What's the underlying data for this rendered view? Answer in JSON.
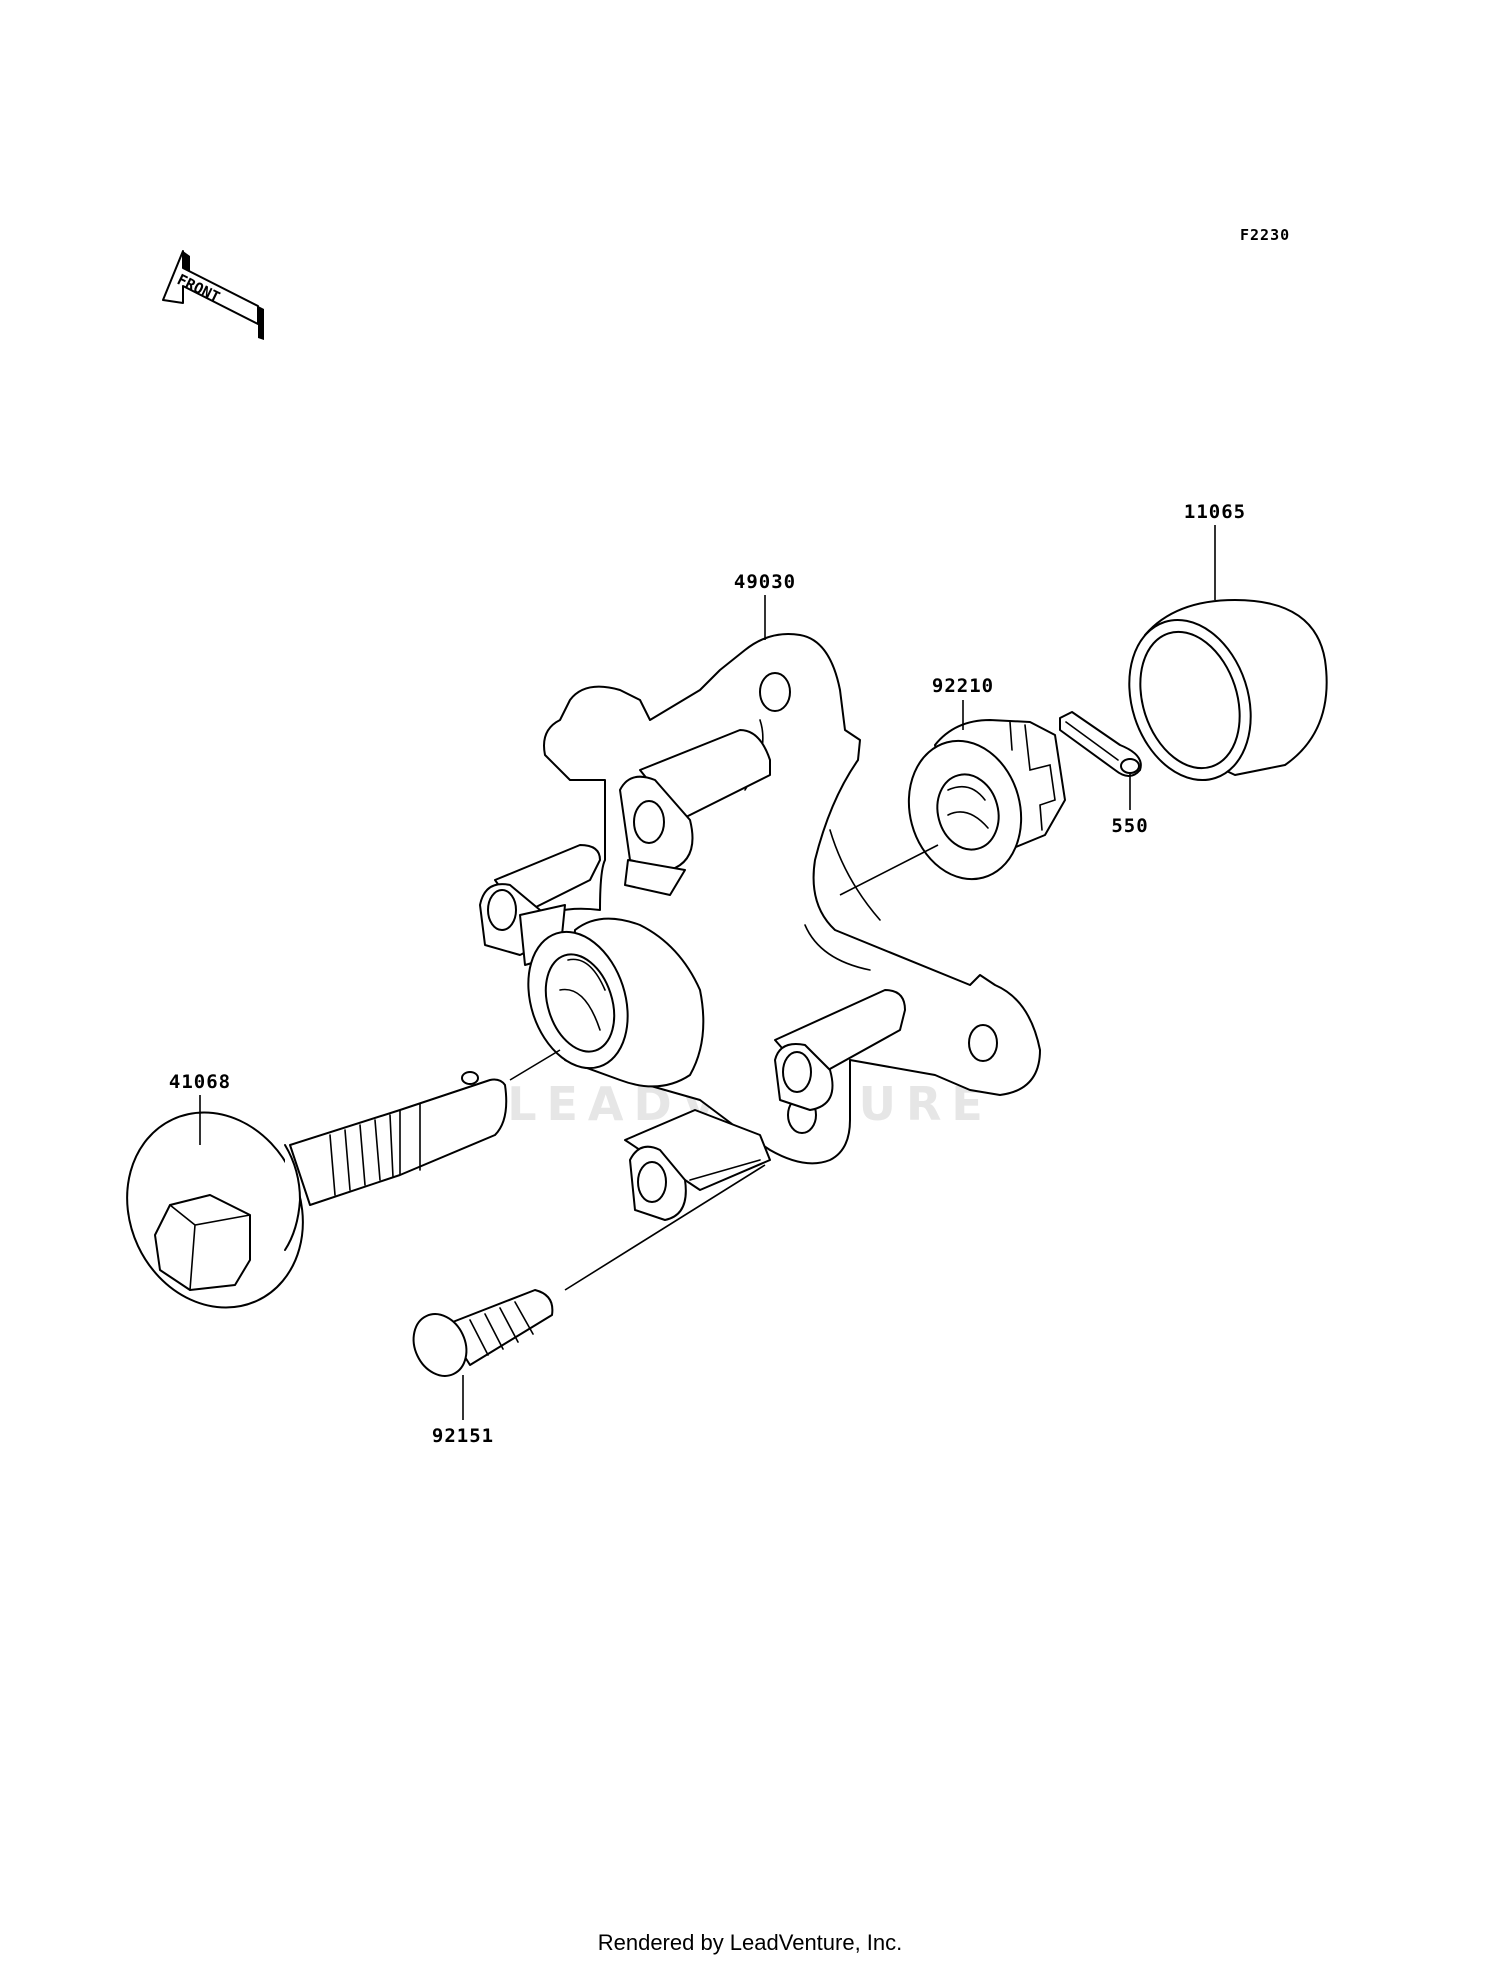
{
  "diagram": {
    "code": "F2230",
    "front_arrow_text": "FRONT",
    "watermark_text": "LEADVENTURE",
    "footer": "Rendered by LeadVenture, Inc.",
    "parts": [
      {
        "id": "part-11065",
        "number": "11065"
      },
      {
        "id": "part-49030",
        "number": "49030"
      },
      {
        "id": "part-92210",
        "number": "92210"
      },
      {
        "id": "part-550",
        "number": "550"
      },
      {
        "id": "part-41068",
        "number": "41068"
      },
      {
        "id": "part-92151",
        "number": "92151"
      }
    ]
  }
}
